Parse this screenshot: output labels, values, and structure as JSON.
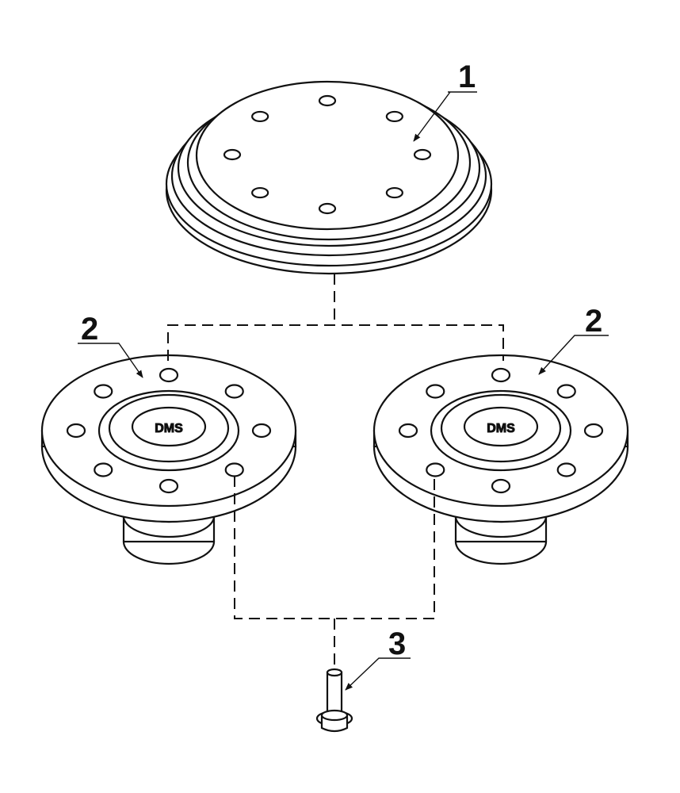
{
  "callouts": {
    "part1": "1",
    "part2_left": "2",
    "part2_right": "2",
    "part3": "3"
  },
  "logo_text": "DMS"
}
